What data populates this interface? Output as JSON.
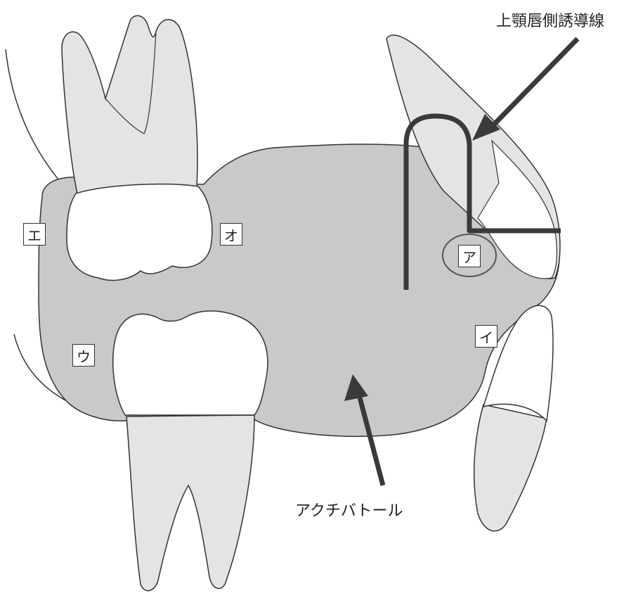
{
  "labels": {
    "a": "ア",
    "i": "イ",
    "u": "ウ",
    "e": "エ",
    "o": "オ"
  },
  "captions": {
    "guide_wire": "上顎唇側誘導線",
    "appliance": "アクチバトール"
  },
  "colors": {
    "appliance_fill": "#c9c9c9",
    "tooth_fill": "#e4e4e4",
    "outline": "#333333",
    "wire": "#3a3a3a",
    "arrow": "#3a3a3a"
  }
}
